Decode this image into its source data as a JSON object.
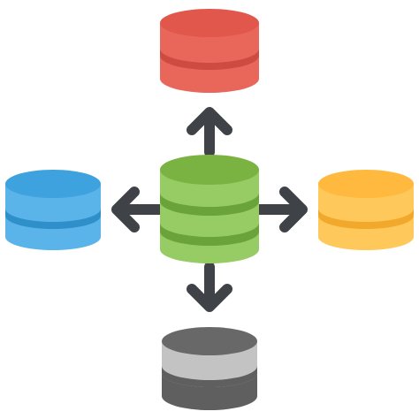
{
  "diagram": {
    "center": {
      "icon": "database-icon",
      "colors": {
        "top": "#7bb342",
        "body": "#97cc64",
        "band": "#6aa33a"
      }
    },
    "satellites": [
      {
        "name": "top",
        "icon": "database-icon",
        "colors": {
          "top": "#e2574c",
          "body": "#e9665b",
          "band": "#cf4a40"
        }
      },
      {
        "name": "left",
        "icon": "database-icon",
        "colors": {
          "top": "#3da2dd",
          "body": "#5ab4ea",
          "band": "#2f8fc9"
        }
      },
      {
        "name": "right",
        "icon": "database-icon",
        "colors": {
          "top": "#ffb93e",
          "body": "#ffc85a",
          "band": "#f2a92b"
        }
      },
      {
        "name": "bottom",
        "icon": "database-icon",
        "colors": {
          "top": "#686868",
          "body": "#c3c3c3",
          "band": "#5f5f5f"
        }
      }
    ],
    "arrows": {
      "icon": "arrow-icon",
      "color": "#3f4347",
      "directions": [
        "up",
        "down",
        "left",
        "right"
      ]
    }
  }
}
